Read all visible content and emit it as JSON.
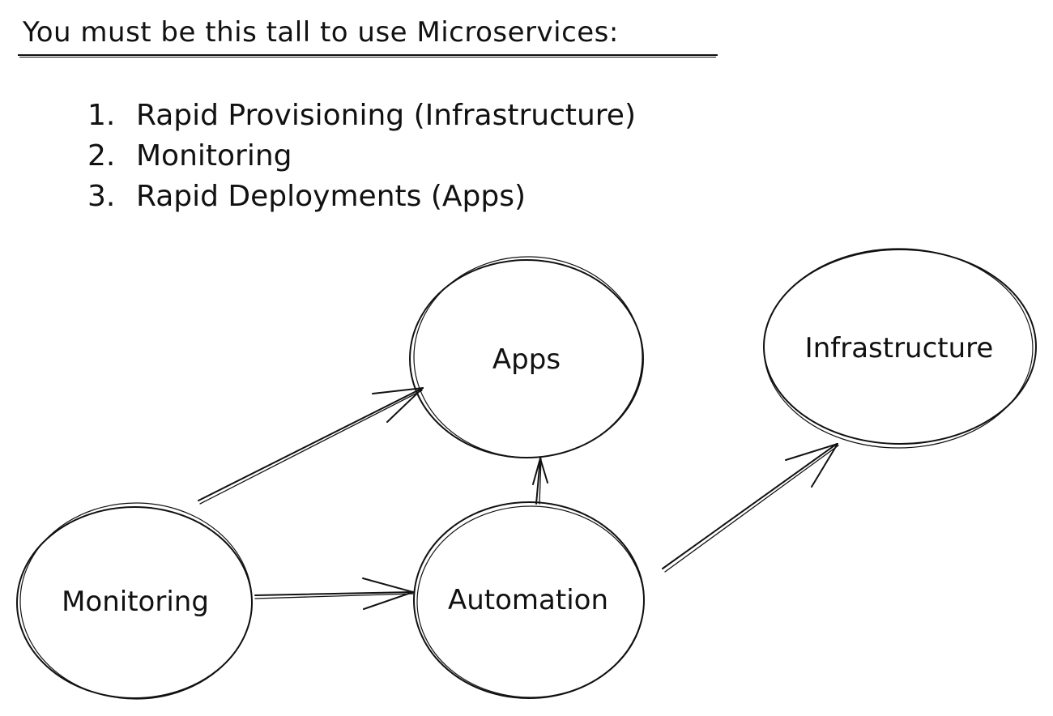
{
  "heading": "You must be this tall to use Microservices:",
  "requirements": [
    {
      "number": "1.",
      "text": "Rapid Provisioning (Infrastructure)"
    },
    {
      "number": "2.",
      "text": "Monitoring"
    },
    {
      "number": "3.",
      "text": "Rapid Deployments (Apps)"
    }
  ],
  "nodes": {
    "apps": "Apps",
    "infrastructure": "Infrastructure",
    "monitoring": "Monitoring",
    "automation": "Automation"
  },
  "edges": [
    {
      "from": "Monitoring",
      "to": "Apps"
    },
    {
      "from": "Monitoring",
      "to": "Automation"
    },
    {
      "from": "Automation",
      "to": "Apps"
    },
    {
      "from": "Automation",
      "to": "Infrastructure"
    }
  ]
}
